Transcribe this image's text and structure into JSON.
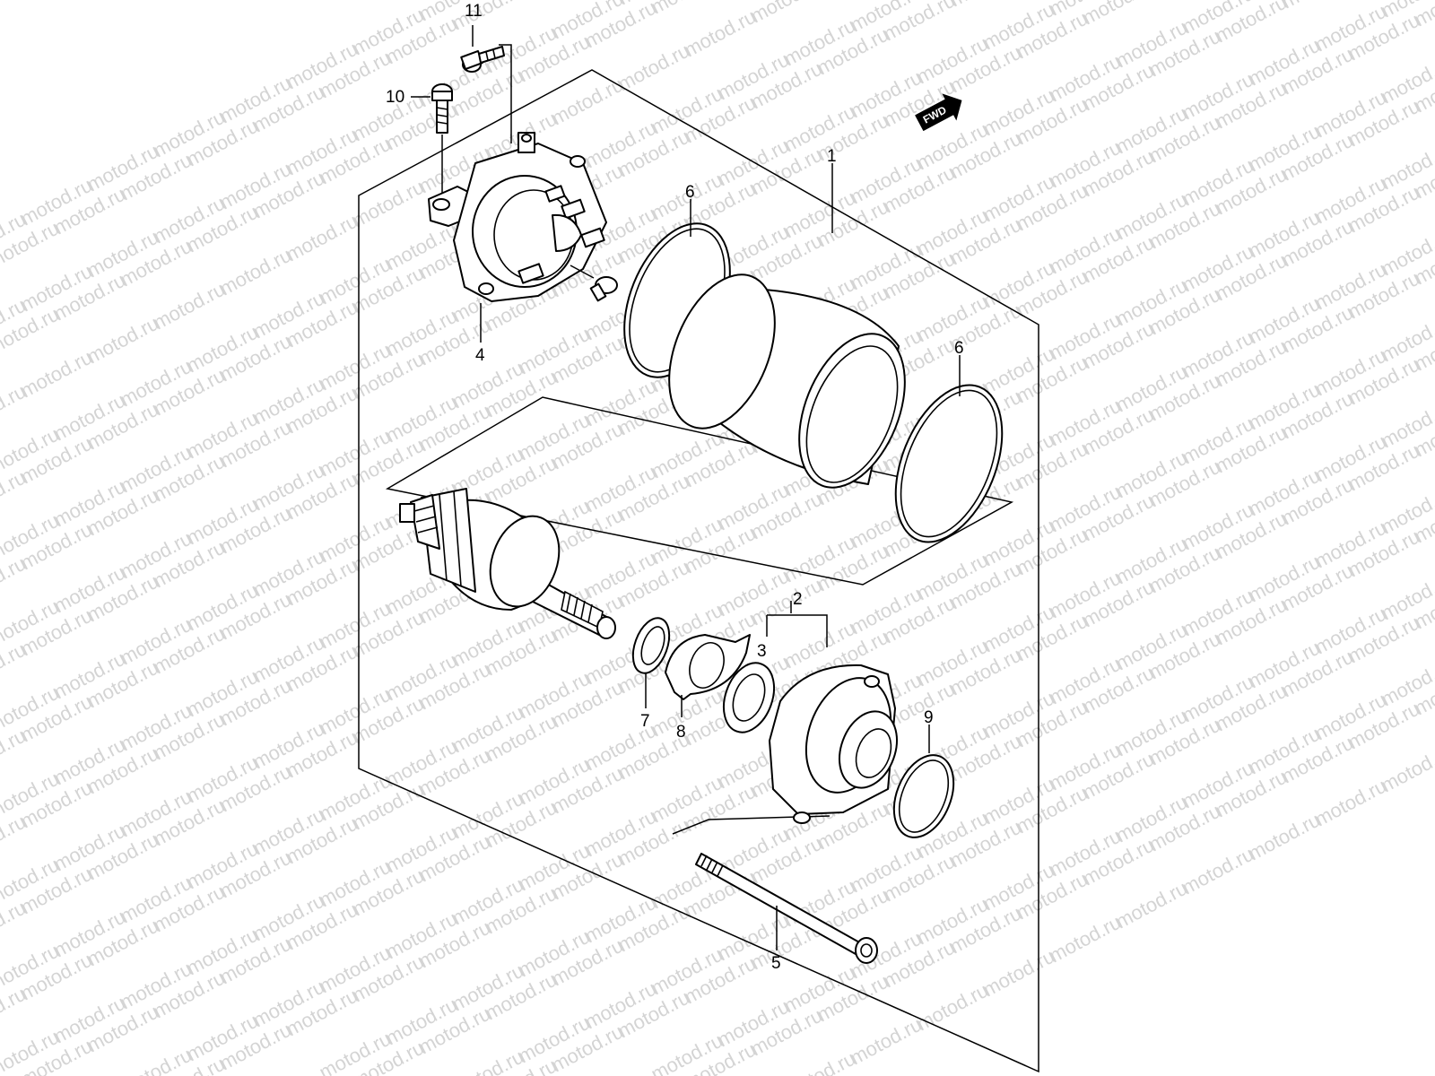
{
  "watermark": {
    "text": "motod.ru",
    "color": "#d4d4d4"
  },
  "fwd_badge": {
    "text": "FWD"
  },
  "callouts": {
    "part_1": "1",
    "part_2": "2",
    "part_3": "3",
    "part_4": "4",
    "part_5": "5",
    "part_6_upper": "6",
    "part_6_lower": "6",
    "part_7": "7",
    "part_8": "8",
    "part_9": "9",
    "part_10": "10",
    "part_11": "11"
  }
}
